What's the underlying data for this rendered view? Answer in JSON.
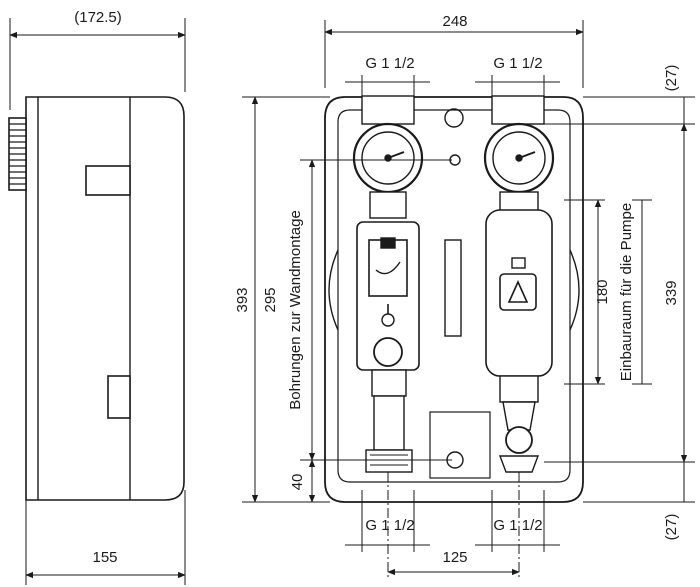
{
  "side_view": {
    "top_dim": "(172.5)",
    "bottom_dim": "155"
  },
  "front_view": {
    "width_dim": "248",
    "height_dim": "393",
    "mount_holes_dim": "295",
    "mount_holes_label": "Bohrungen zur Wandmontage",
    "bottom_offset_dim": "40",
    "pump_space_dim": "180",
    "pump_space_label": "Einbauraum für die Pumpe",
    "right_height_dim": "339",
    "top_offset_dim": "(27)",
    "bottom_offset_right_dim": "(27)",
    "connection_top_left": "G 1 1/2",
    "connection_top_right": "G 1 1/2",
    "connection_bottom_left": "G 1 1/2",
    "connection_bottom_right": "G 1 1/2",
    "axis_distance_dim": "125"
  }
}
